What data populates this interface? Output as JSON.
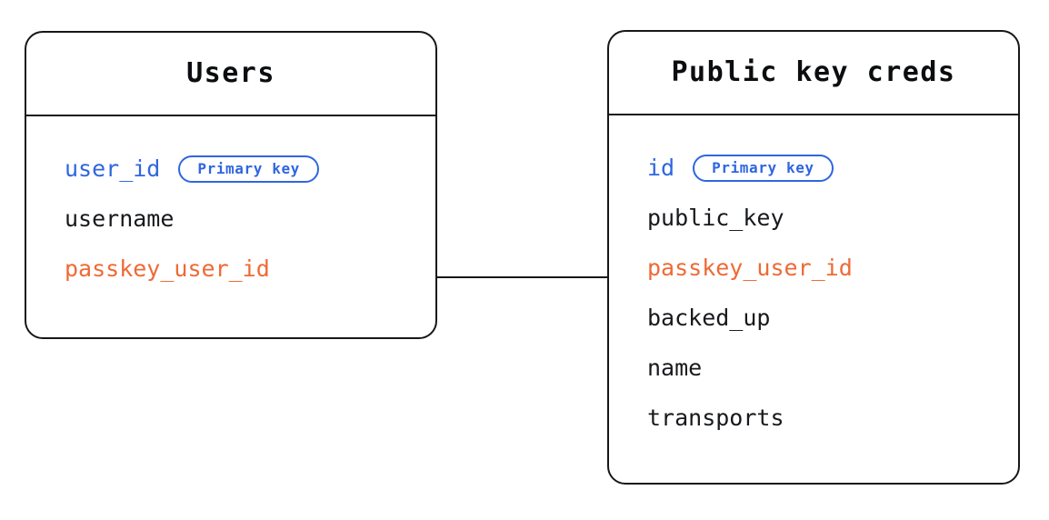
{
  "diagram": {
    "type": "entity-relationship-diagram",
    "background": "#ffffff",
    "colors": {
      "border": "#15171a",
      "text": "#17191c",
      "primary_key": "#2f66e0",
      "foreign_key": "#ee6a35"
    },
    "entities": [
      {
        "id": "users",
        "title": "Users",
        "fields": [
          {
            "name": "user_id",
            "role": "pk",
            "badge": "Primary key"
          },
          {
            "name": "username",
            "role": "plain",
            "badge": null
          },
          {
            "name": "passkey_user_id",
            "role": "fk",
            "badge": null
          }
        ]
      },
      {
        "id": "public_key_creds",
        "title": "Public key creds",
        "fields": [
          {
            "name": "id",
            "role": "pk",
            "badge": "Primary key"
          },
          {
            "name": "public_key",
            "role": "plain",
            "badge": null
          },
          {
            "name": "passkey_user_id",
            "role": "fk",
            "badge": null
          },
          {
            "name": "backed_up",
            "role": "plain",
            "badge": null
          },
          {
            "name": "name",
            "role": "plain",
            "badge": null
          },
          {
            "name": "transports",
            "role": "plain",
            "badge": null
          }
        ]
      }
    ],
    "relationship": {
      "from": "users.passkey_user_id",
      "to": "public_key_creds.passkey_user_id",
      "style": "straight-line"
    }
  }
}
